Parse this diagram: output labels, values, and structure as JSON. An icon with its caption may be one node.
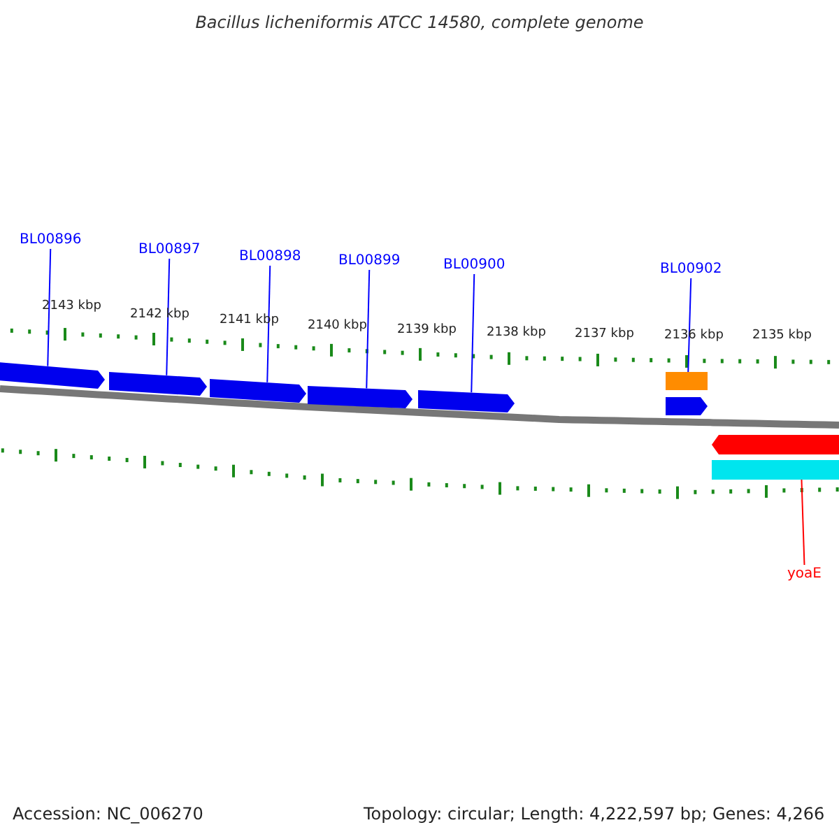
{
  "diagram": {
    "title": "Bacillus licheniformis ATCC 14580, complete genome",
    "nodes": [
      {
        "text": [
          "BL00896"
        ]
      },
      {
        "text": [
          "BL00897"
        ]
      },
      {
        "text": [
          "BL00898"
        ]
      },
      {
        "text": [
          "BL00899"
        ]
      },
      {
        "text": [
          "BL00900"
        ]
      },
      {
        "text": [
          "BL00902"
        ]
      },
      {
        "text": [],
        "shape": "arrow"
      },
      {
        "text": [],
        "shape": "arrow"
      },
      {
        "text": [],
        "shape": "arrow"
      },
      {
        "text": [],
        "shape": "arrow"
      },
      {
        "text": [],
        "shape": "arrow"
      },
      {
        "text": [],
        "shape": "bar"
      },
      {
        "text": [],
        "shape": "arrow"
      },
      {
        "text": [],
        "shape": "arrow"
      },
      {
        "text": [],
        "shape": "bar"
      },
      {
        "text": [
          "yoaE"
        ]
      }
    ],
    "edges": [
      {
        "from": 0,
        "to": 6,
        "arrow": "none"
      },
      {
        "from": 1,
        "to": 7,
        "arrow": "none"
      },
      {
        "from": 2,
        "to": 8,
        "arrow": "none"
      },
      {
        "from": 3,
        "to": 9,
        "arrow": "none"
      },
      {
        "from": 4,
        "to": 10,
        "arrow": "none"
      },
      {
        "from": 5,
        "to": 11,
        "arrow": "none"
      },
      {
        "from": 15,
        "to": 14,
        "arrow": "none",
        "color": "#ff0000"
      }
    ],
    "labels": [
      "2143 kbp",
      "2142 kbp",
      "2141 kbp",
      "2140 kbp",
      "2139 kbp",
      "2138 kbp",
      "2137 kbp",
      "2136 kbp",
      "2135 kbp",
      "Accession: NC_006270",
      "Topology: circular; Length: 4,222,597 bp; Genes: 4,266"
    ]
  }
}
